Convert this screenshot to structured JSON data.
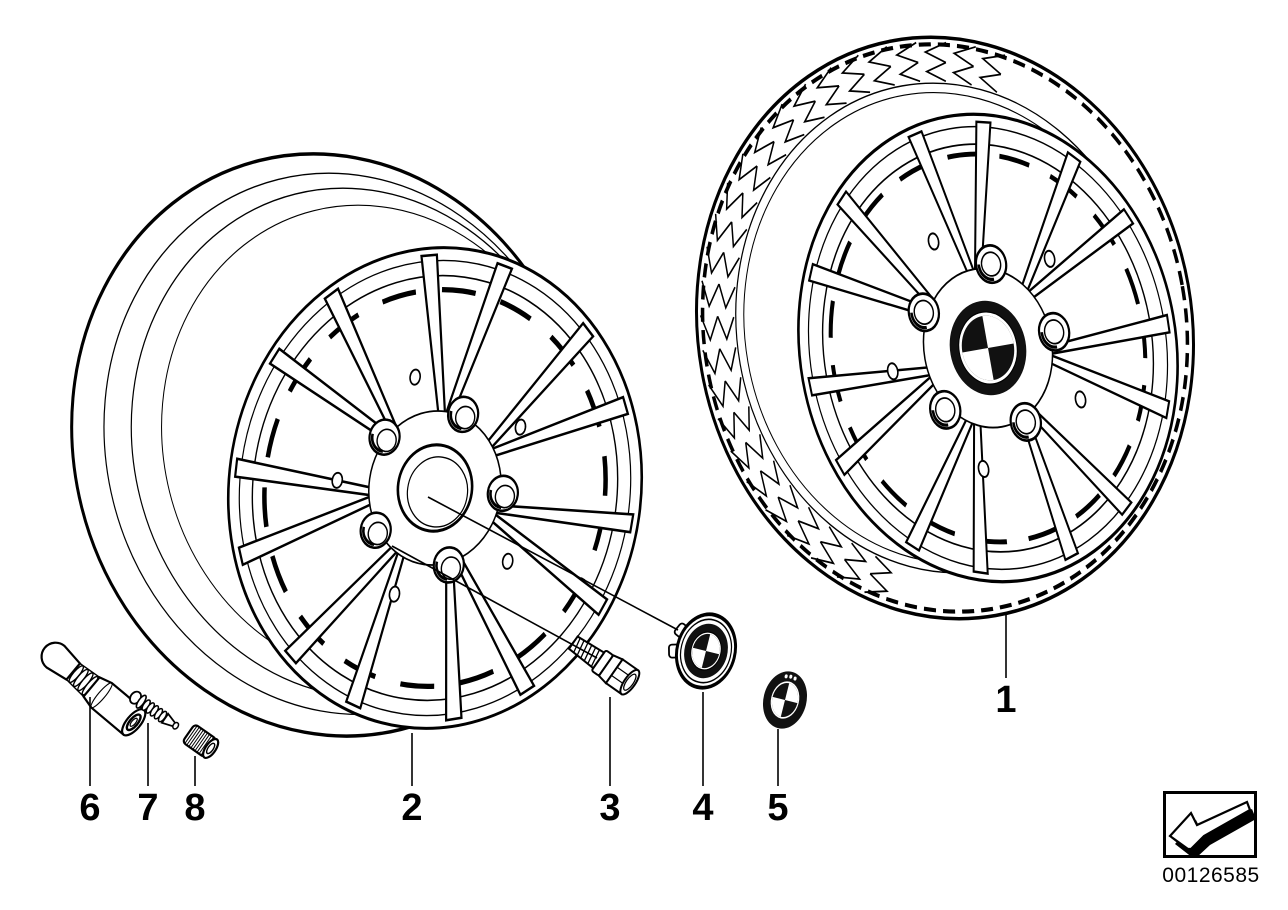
{
  "diagram": {
    "background": "#ffffff",
    "line_color": "#000000",
    "callouts": [
      {
        "label": "1"
      },
      {
        "label": "2"
      },
      {
        "label": "3"
      },
      {
        "label": "4"
      },
      {
        "label": "5"
      },
      {
        "label": "6"
      },
      {
        "label": "7"
      },
      {
        "label": "8"
      }
    ],
    "footer": {
      "image_number": "00126585"
    }
  }
}
